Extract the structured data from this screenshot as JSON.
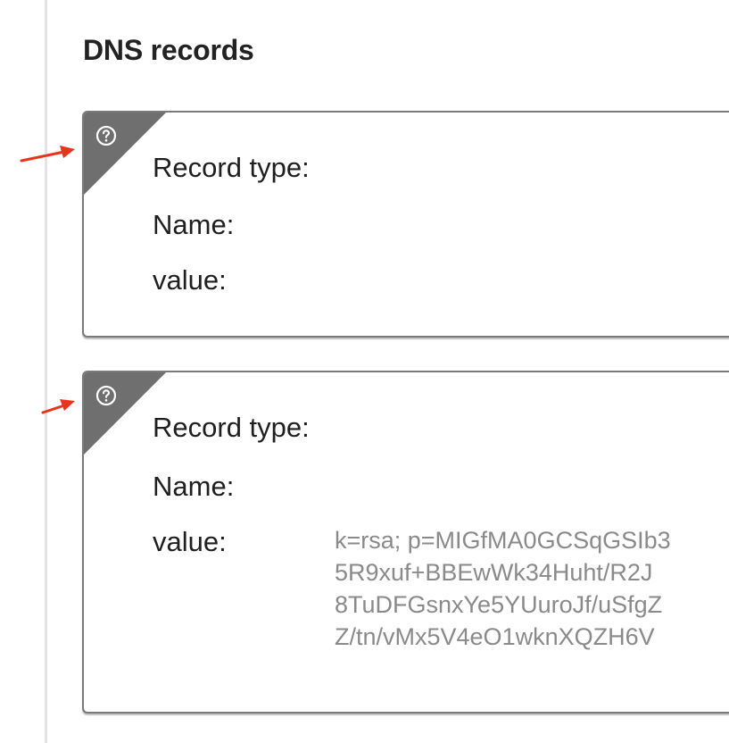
{
  "section": {
    "title": "DNS records"
  },
  "records": [
    {
      "record_type_label": "Record type:",
      "name_label": "Name:",
      "value_label": "value:",
      "value_lines": []
    },
    {
      "record_type_label": "Record type:",
      "name_label": "Name:",
      "value_label": "value:",
      "value_lines": [
        "k=rsa; p=MIGfMA0GCSqGSIb3",
        "5R9xuf+BBEwWk34Huht/R2J",
        "8TuDFGsnxYe5YUuroJf/uSfgZ",
        "Z/tn/vMx5V4eO1wknXQZH6V"
      ]
    }
  ],
  "icons": {
    "help": "question-circle-icon",
    "annotation": "red-arrow"
  },
  "colors": {
    "corner_fill": "#6f6f6f",
    "annotation_arrow": "#e8341c",
    "value_text": "#8a8a8a"
  }
}
